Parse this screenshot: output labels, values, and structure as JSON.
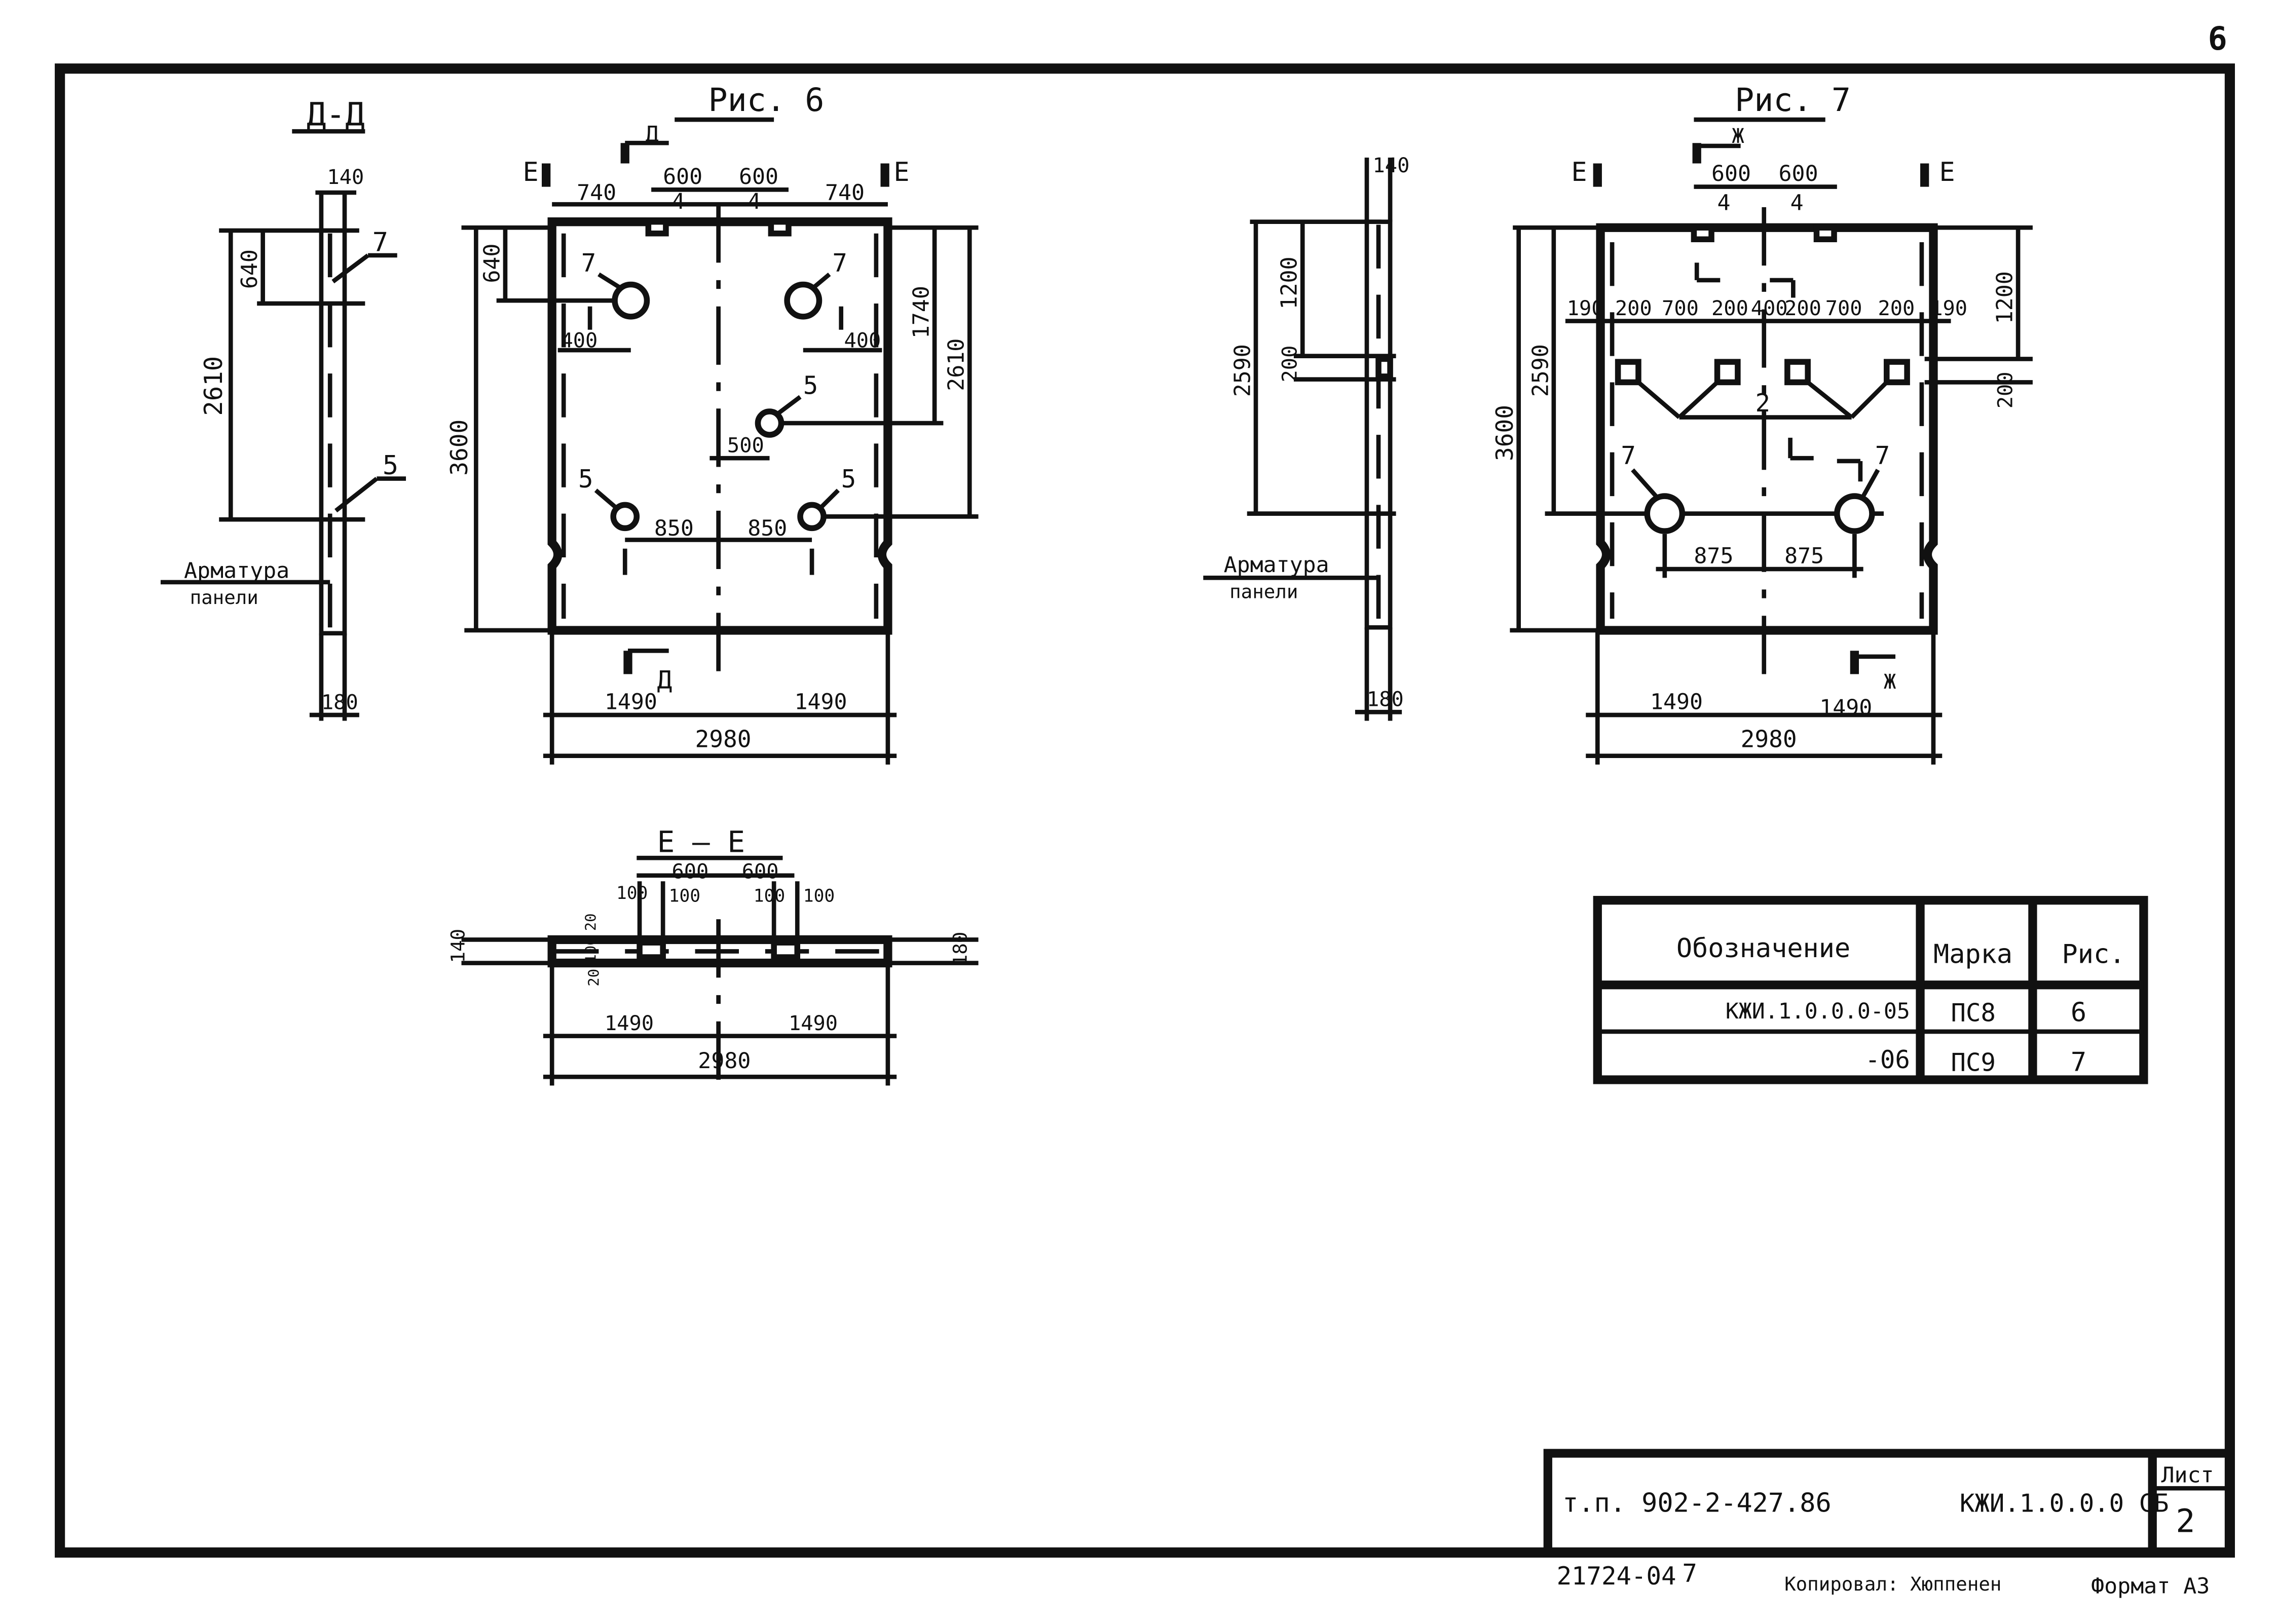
{
  "sheet_number": "6",
  "section_dd": {
    "title": "Д-Д",
    "dims": [
      "140",
      "640",
      "2610",
      "180"
    ],
    "callouts": [
      "7",
      "5"
    ],
    "note": [
      "Арматура",
      "панели"
    ]
  },
  "fig6": {
    "title": "Рис. 6",
    "section_marks": [
      "Е",
      "Д",
      "Е",
      "Д"
    ],
    "dims": [
      "740",
      "600",
      "600",
      "740",
      "640",
      "1740",
      "2610",
      "400",
      "400",
      "500",
      "850",
      "850",
      "3600",
      "1490",
      "1490",
      "2980"
    ],
    "callouts": [
      "4",
      "4",
      "7",
      "7",
      "5",
      "5",
      "5"
    ]
  },
  "section_zz": {
    "dims": [
      "140",
      "1200",
      "2590",
      "200",
      "180"
    ],
    "note": [
      "Арматура",
      "панели"
    ]
  },
  "fig7": {
    "title": "Рис. 7",
    "section_marks": [
      "Е",
      "Ж",
      "Е",
      "Ж"
    ],
    "dims": [
      "600",
      "600",
      "190",
      "200",
      "700",
      "200",
      "400",
      "200",
      "700",
      "200",
      "190",
      "1200",
      "200",
      "2590",
      "3600",
      "875",
      "875",
      "1490",
      "1490",
      "2980"
    ],
    "callouts": [
      "4",
      "4",
      "2",
      "7",
      "7"
    ]
  },
  "section_ee": {
    "title": "Е — Е",
    "dims": [
      "600",
      "600",
      "100",
      "100",
      "100",
      "100",
      "140",
      "100",
      "20",
      "20",
      "180",
      "1490",
      "1490",
      "2980"
    ]
  },
  "spec_table": {
    "headers": [
      "Обозначение",
      "Марка",
      "Рис."
    ],
    "rows": [
      {
        "designation": "КЖИ.1.0.0.0-05",
        "mark": "ПС8",
        "fig": "6"
      },
      {
        "designation": "-06",
        "mark": "ПС9",
        "fig": "7"
      }
    ]
  },
  "title_block": {
    "project": "т.п. 902-2-427.86",
    "document": "КЖИ.1.0.0.0 СБ",
    "sheet_label": "Лист",
    "sheet_no": "2"
  },
  "footer": {
    "inventory": "21724-04",
    "inventory_no": "7",
    "copied": "Копировал: Хюппенен",
    "format": "Формат А3"
  }
}
